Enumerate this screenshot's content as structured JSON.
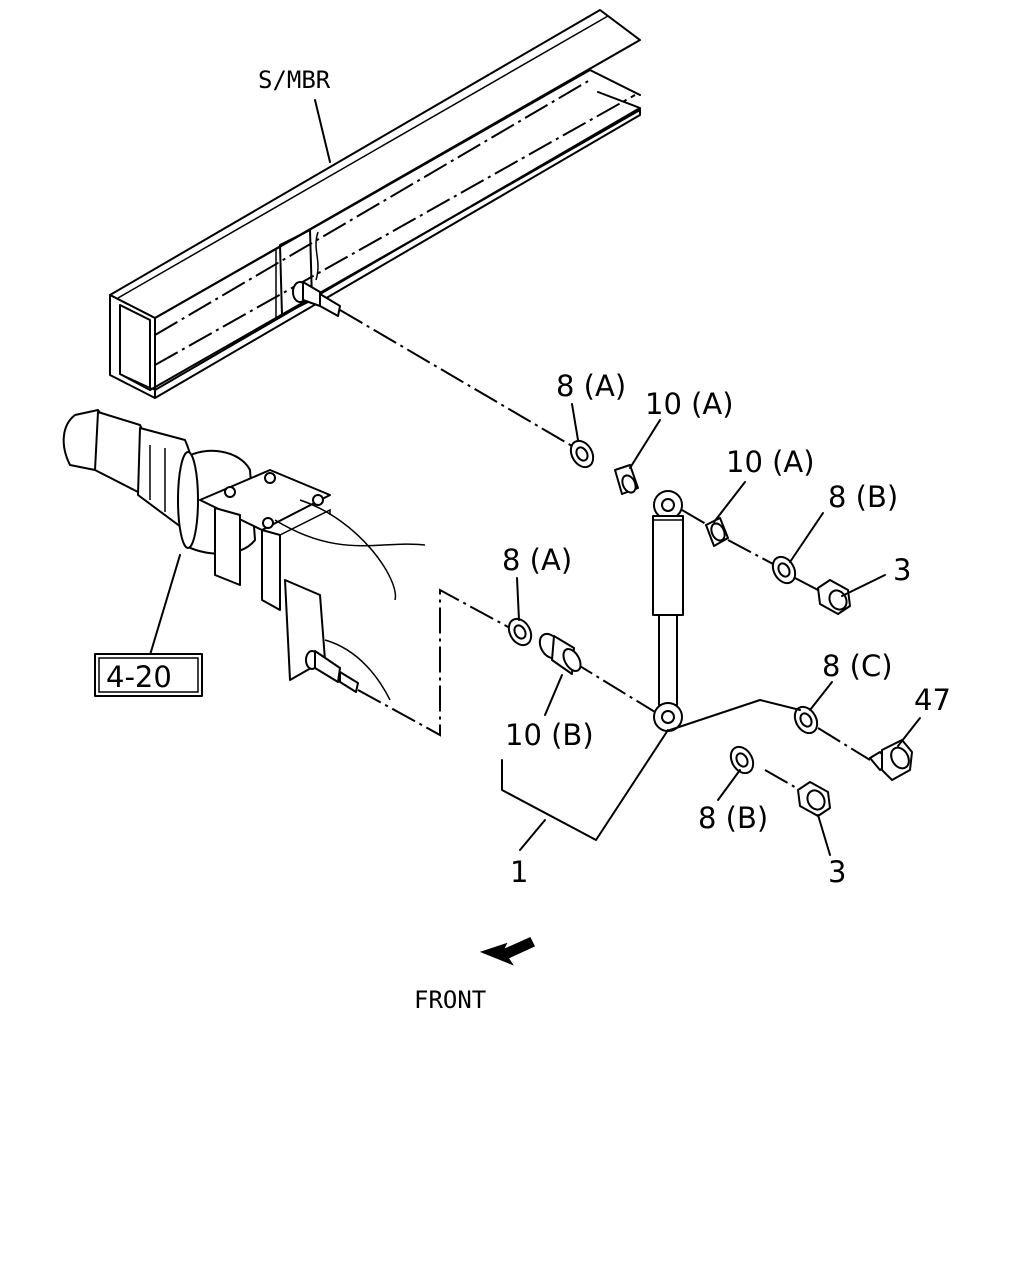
{
  "labels": {
    "sub_member": "S/MBR",
    "washer_a_upper": "8 (A)",
    "bushing_a_left": "10 (A)",
    "bushing_a_right": "10 (A)",
    "washer_b_upper": "8 (B)",
    "nut_upper": "3",
    "washer_a_lower": "8 (A)",
    "bushing_b": "10 (B)",
    "washer_c": "8 (C)",
    "bolt": "47",
    "washer_b_lower": "8 (B)",
    "nut_lower": "3",
    "shock_absorber": "1",
    "reference": "4-20",
    "front": "FRONT"
  }
}
